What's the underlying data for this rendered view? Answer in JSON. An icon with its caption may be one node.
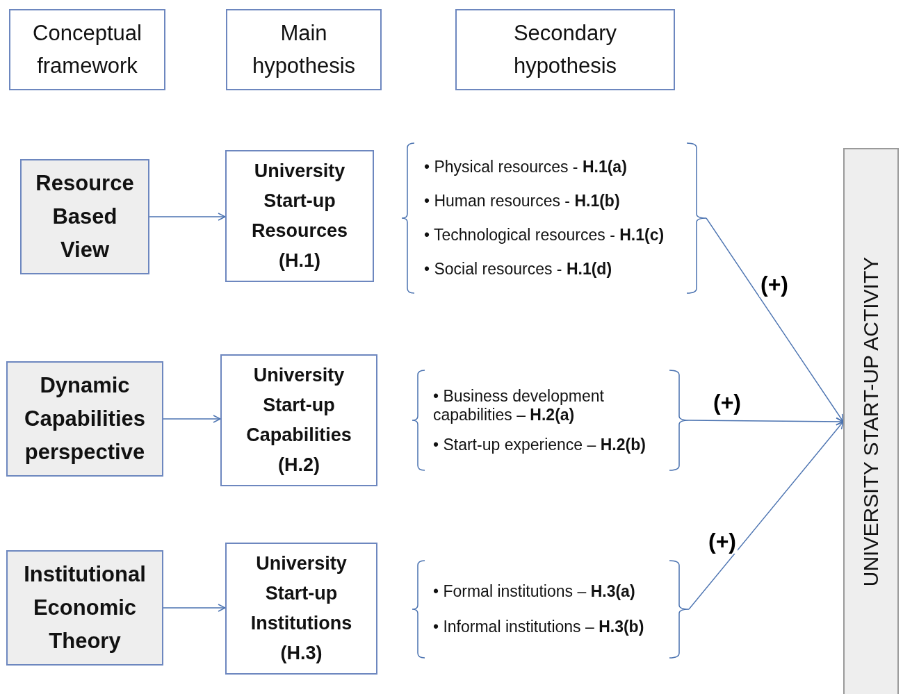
{
  "diagram": {
    "nodes": [
      {
        "text": [
          "Conceptual framework"
        ]
      },
      {
        "text": [
          "Main hypothesis"
        ]
      },
      {
        "text": [
          "Secondary hypothesis"
        ]
      },
      {
        "text": [
          "Resource Based View"
        ]
      },
      {
        "text": [
          "University Start-up Resources (H.1)"
        ]
      },
      {
        "text": [
          "• Physical resources - **H.1(a)**",
          "• Human resources - **H.1(b)**",
          "• Technological resources - **H.1(c)**",
          "• Social resources - **H.1(d)**"
        ]
      },
      {
        "text": [
          "Dynamic Capabilities perspective"
        ]
      },
      {
        "text": [
          "University Start-up Capabilities (H.2)"
        ]
      },
      {
        "text": [
          "• Business development capabilities – **H.2(a)**",
          "• Start-up experience – **H.2(b)**"
        ]
      },
      {
        "text": [
          "Institutional Economic Theory"
        ]
      },
      {
        "text": [
          "University Start-up Institutions (H.3)"
        ]
      },
      {
        "text": [
          "• Formal institutions – **H.3(a)**",
          "• Informal institutions – **H.3(b)**"
        ]
      },
      {
        "text": [
          "UNIVERSITY START-UP ACTIVITY"
        ]
      }
    ],
    "edges": [
      {
        "from": 3,
        "to": 4,
        "arrow": "to"
      },
      {
        "from": 6,
        "to": 7,
        "arrow": "to"
      },
      {
        "from": 9,
        "to": 10,
        "arrow": "to"
      },
      {
        "from": 5,
        "to": 12,
        "arrow": "to",
        "label": "(+)"
      },
      {
        "from": 8,
        "to": 12,
        "arrow": "to",
        "label": "(+)"
      },
      {
        "from": 11,
        "to": 12,
        "arrow": "to",
        "label": "(+)"
      }
    ]
  }
}
